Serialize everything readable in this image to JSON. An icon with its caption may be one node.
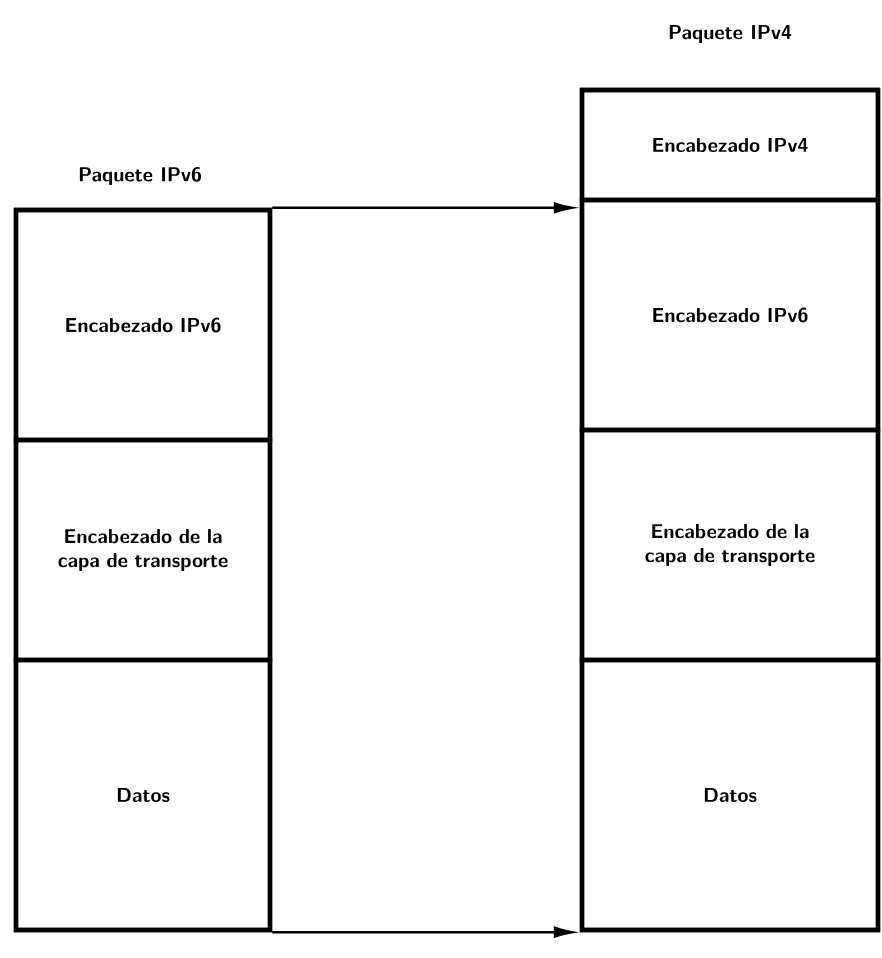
{
  "diagram": {
    "nodes": [
      {
        "text": [
          "Paquete IPv6"
        ]
      },
      {
        "text": [
          "Encabezado IPv6"
        ],
        "in": 0
      },
      {
        "text": [
          "Encabezado de la capa de transporte"
        ],
        "in": 0
      },
      {
        "text": [
          "Datos"
        ],
        "in": 0
      },
      {
        "text": [
          "Paquete IPv4"
        ]
      },
      {
        "text": [
          "Encabezado IPv4"
        ],
        "in": 4
      },
      {
        "text": [
          "Encabezado IPv6"
        ],
        "in": 4
      },
      {
        "text": [
          "Encabezado de la capa de transporte"
        ],
        "in": 4
      },
      {
        "text": [
          "Datos"
        ],
        "in": 4
      }
    ],
    "edges": [
      {
        "from": 0,
        "to": 4,
        "arrow": "to"
      },
      {
        "from": 0,
        "to": 4,
        "arrow": "to"
      }
    ]
  }
}
